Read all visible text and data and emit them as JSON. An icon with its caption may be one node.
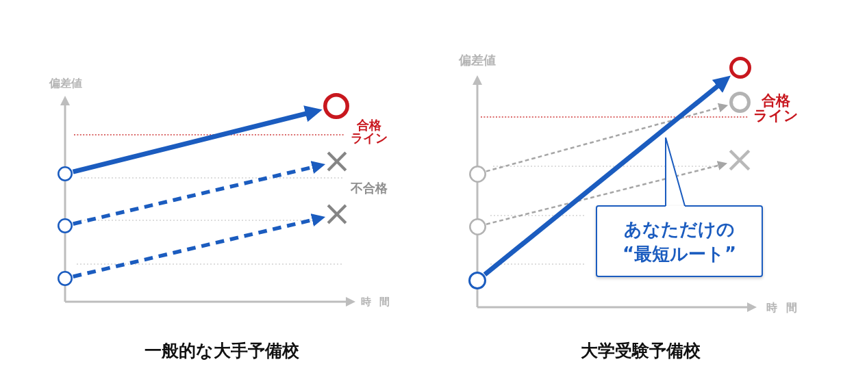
{
  "diagram": {
    "nodes": [
      {
        "text": [],
        "shape": "circle"
      },
      {
        "text": [],
        "shape": "circle"
      },
      {
        "text": [],
        "shape": "circle"
      },
      {
        "text": [],
        "shape": "circle"
      },
      {
        "text": [],
        "shape": "cross"
      },
      {
        "text": [],
        "shape": "cross"
      },
      {
        "text": [],
        "shape": "circle"
      },
      {
        "text": [],
        "shape": "circle"
      },
      {
        "text": [],
        "shape": "circle"
      },
      {
        "text": [],
        "shape": "circle"
      },
      {
        "text": [],
        "shape": "circle"
      },
      {
        "text": [],
        "shape": "cross"
      },
      {
        "text": [
          "あなただけの“最短ルート”"
        ]
      }
    ],
    "edges": [
      {
        "from": 0,
        "to": 3,
        "arrow": "to"
      },
      {
        "from": 1,
        "to": 4,
        "arrow": "to",
        "style": "dashed"
      },
      {
        "from": 2,
        "to": 5,
        "arrow": "to",
        "style": "dashed"
      },
      {
        "from": 6,
        "to": 10,
        "arrow": "to",
        "style": "dashed",
        "color": "#a6a6a6"
      },
      {
        "from": 7,
        "to": 11,
        "arrow": "to",
        "style": "dashed",
        "color": "#a6a6a6"
      },
      {
        "from": 8,
        "to": 9,
        "arrow": "to"
      },
      {
        "from": 12,
        "to": null,
        "arrow": "none"
      }
    ],
    "labels": [
      "偏差値",
      "合格ライン",
      "不合格",
      "時 間",
      "一般的な大手予備校",
      "偏差値",
      "合格ライン",
      "時 間",
      "大学受験予備校"
    ]
  }
}
